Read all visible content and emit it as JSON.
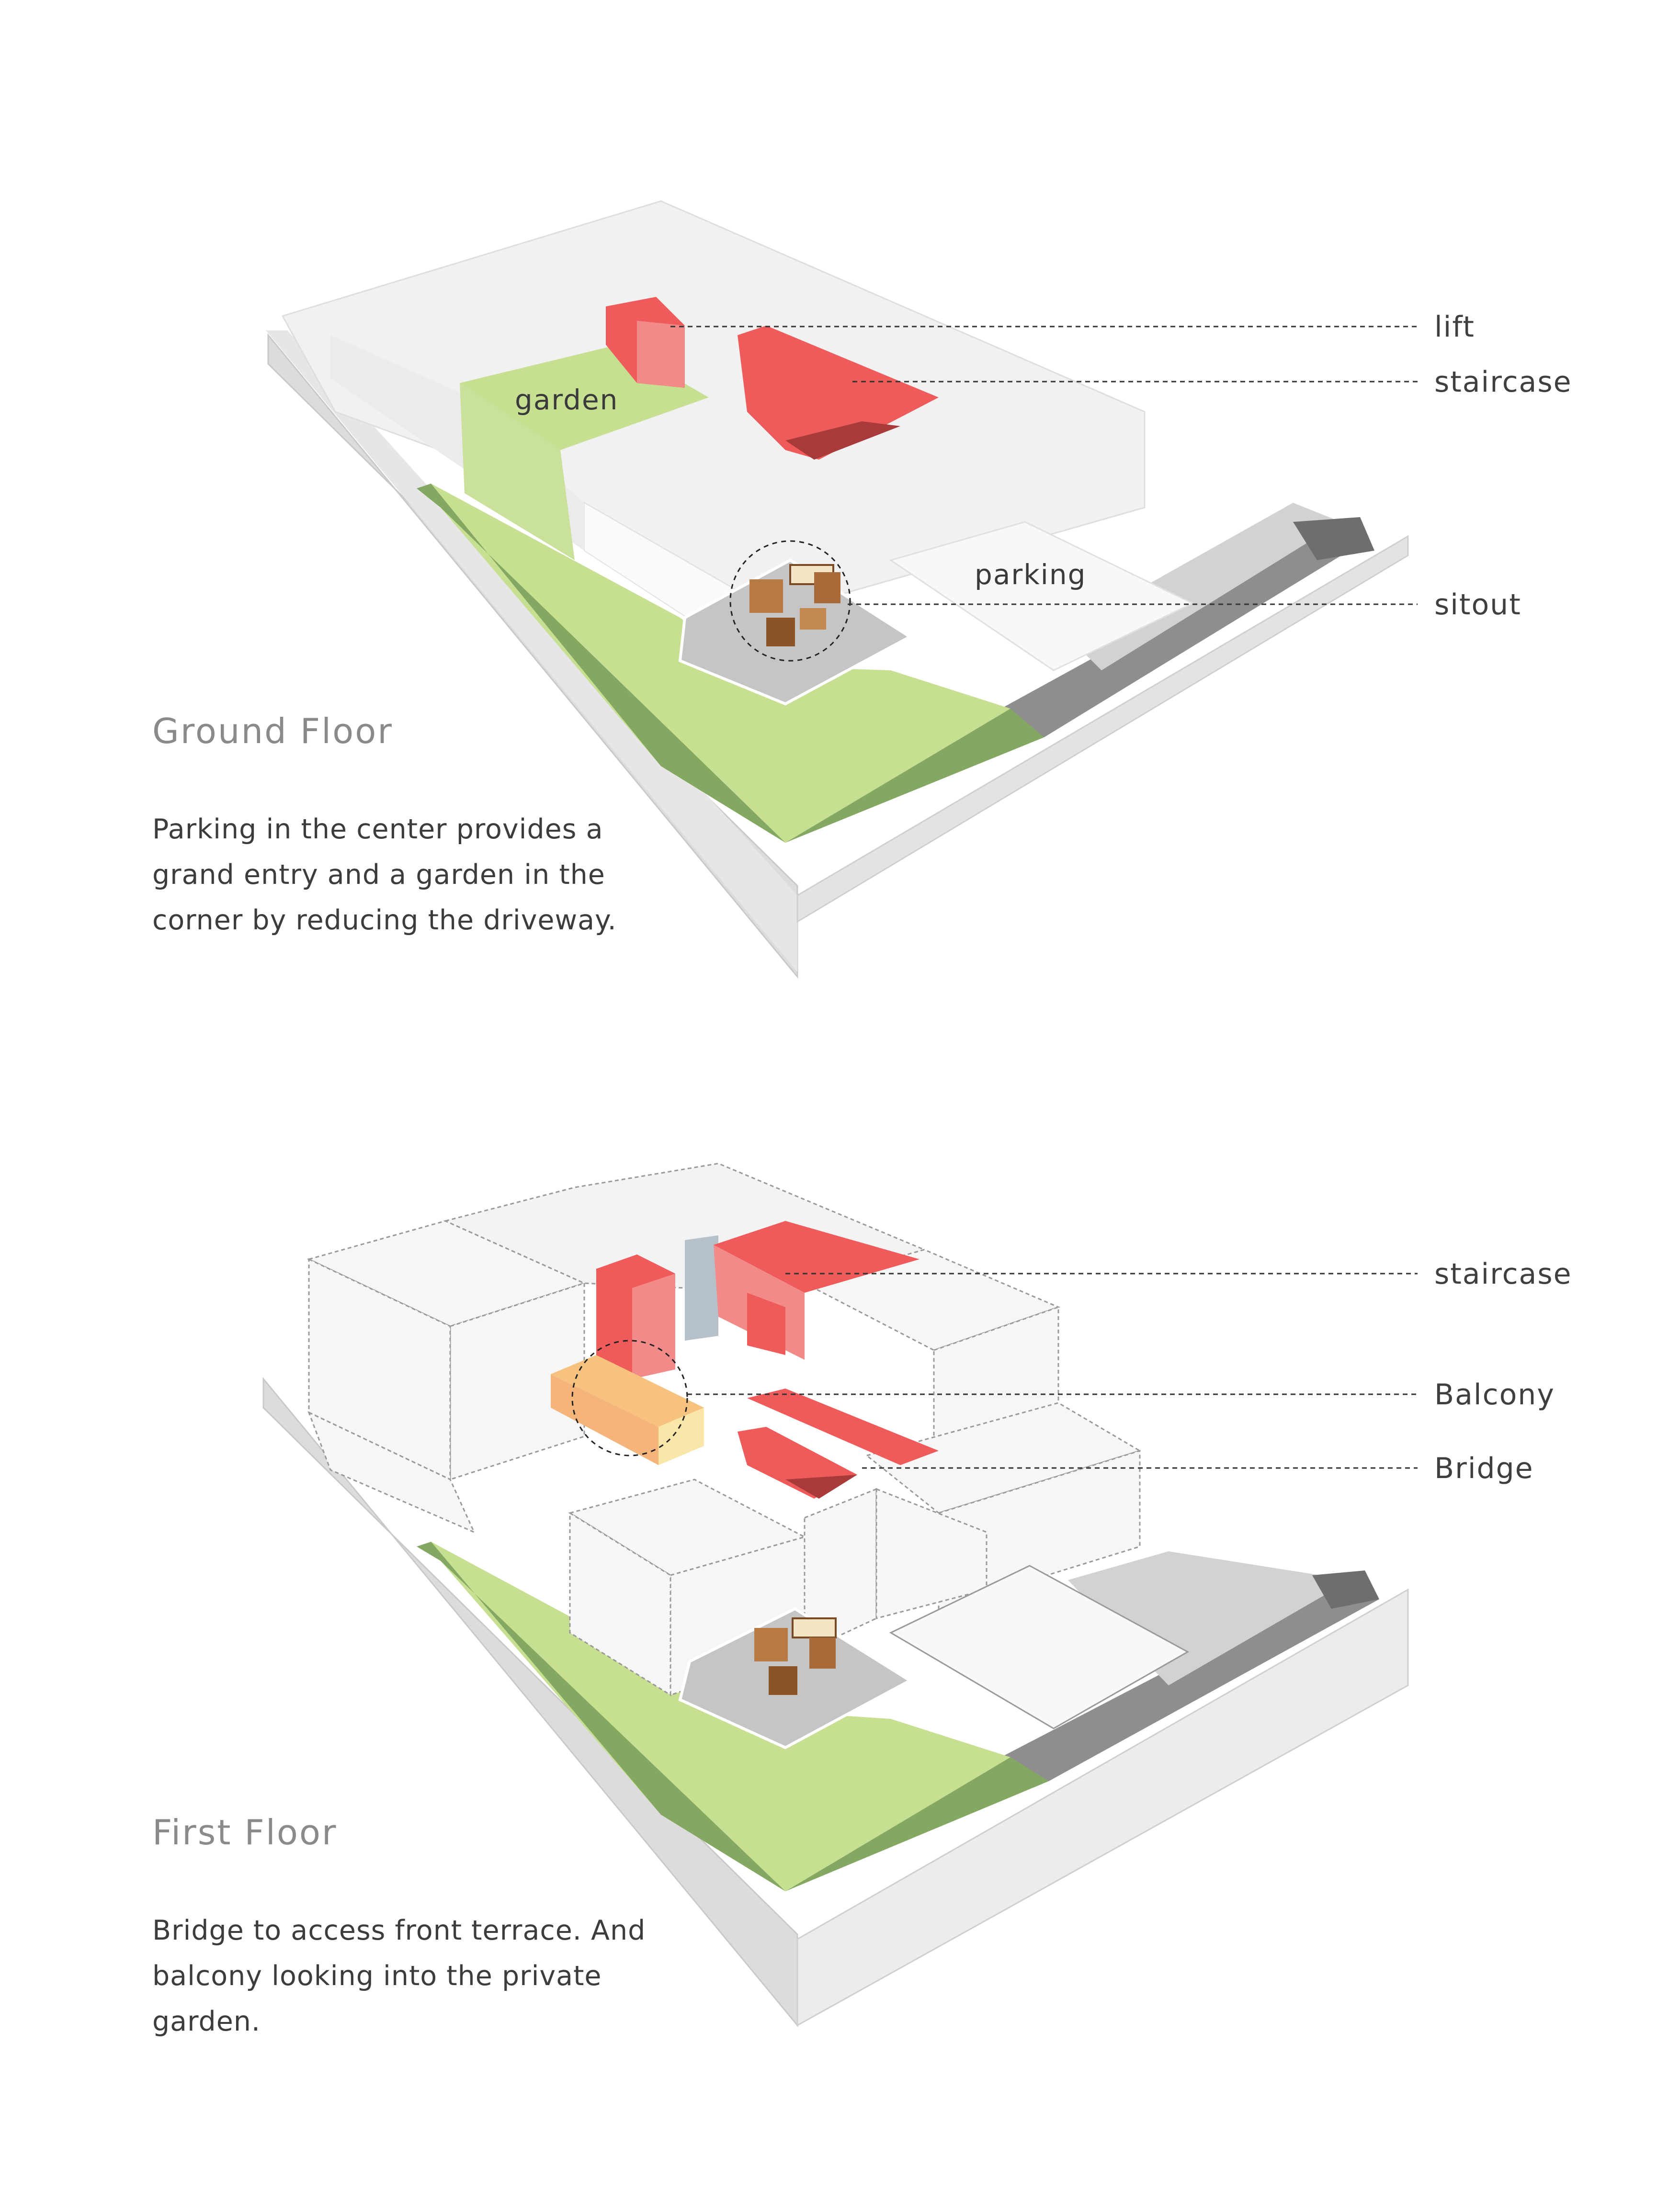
{
  "ground_floor": {
    "title": "Ground Floor",
    "description": "Parking in the center provides a\ngrand entry and a garden in the\ncorner by reducing the driveway.",
    "in_labels": {
      "garden": "garden",
      "parking": "parking"
    },
    "callouts": {
      "lift": "lift",
      "staircase": "staircase",
      "sitout": "sitout"
    }
  },
  "first_floor": {
    "title": "First Floor",
    "description": "Bridge to access front terrace. And\nbalcony looking into the private\ngarden.",
    "callouts": {
      "staircase": "staircase",
      "balcony": "Balcony",
      "bridge": "Bridge"
    }
  },
  "colors": {
    "staircase_red": "#ee5b5b",
    "garden_green": "#c6df91",
    "garden_dark": "#84a862",
    "balcony_orange": "#f6c27e",
    "wall_white": "#f4f4f4",
    "driveway_grey": "#8d8d8d"
  }
}
